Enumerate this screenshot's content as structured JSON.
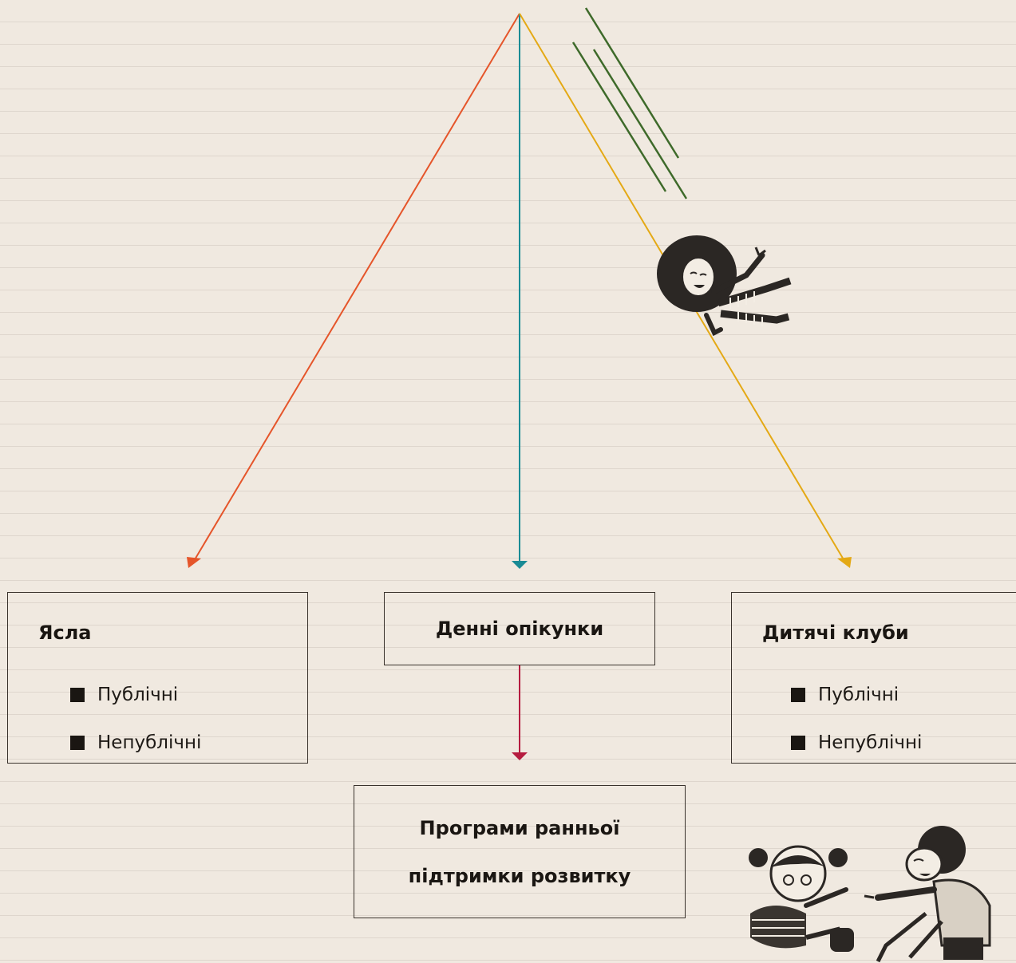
{
  "diagram": {
    "nodes": {
      "yasla": {
        "title": "Ясла",
        "items": [
          "Публічні",
          "Непублічні"
        ]
      },
      "denni": {
        "title": "Денні опікунки"
      },
      "kluby": {
        "title": "Дитячі клуби",
        "items": [
          "Публічні",
          "Непублічні"
        ]
      },
      "programy": {
        "title_line1": "Програми ранньої",
        "title_line2": "підтримки розвитку"
      }
    },
    "edges": [
      {
        "from": "root",
        "to": "yasla",
        "color": "#e5552a"
      },
      {
        "from": "root",
        "to": "denni",
        "color": "#1a8b95"
      },
      {
        "from": "root",
        "to": "kluby",
        "color": "#e4a915"
      },
      {
        "from": "denni",
        "to": "programy",
        "color": "#b51c3f"
      }
    ]
  },
  "colors": {
    "background": "#f0e9e0",
    "accent_lines": "#3e6a2a"
  },
  "icons": [
    "falling-person-illustration",
    "sitting-children-illustration"
  ]
}
